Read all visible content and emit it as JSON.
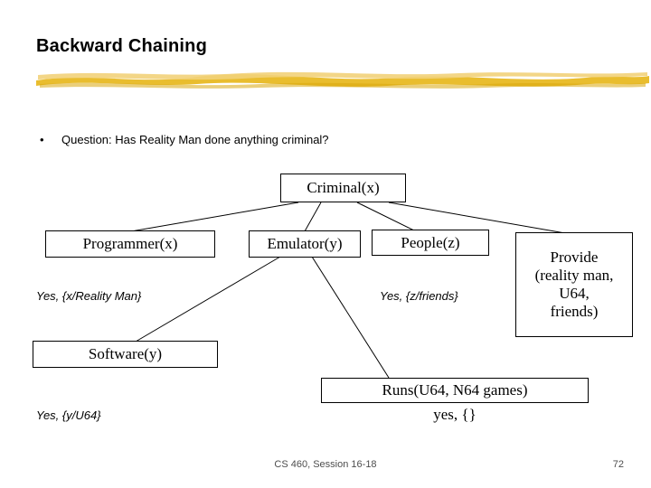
{
  "slide": {
    "title": "Backward Chaining",
    "bullet_marker": "•",
    "bullet_text": "Question:  Has Reality Man done anything criminal?",
    "footer_center": "CS 460, Session 16-18",
    "footer_page": "72"
  },
  "nodes": {
    "root": "Criminal(x)",
    "programmer": "Programmer(x)",
    "emulator": "Emulator(y)",
    "people": "People(z)",
    "provide": "Provide\n(reality man,\nU64,\nfriends)",
    "provide_lines": [
      "Provide",
      "(reality man,",
      "U64,",
      "friends)"
    ],
    "software": "Software(y)",
    "runs": "Runs(U64, N64 games)"
  },
  "annotations": {
    "programmer_binding": "Yes, {x/Reality Man}",
    "people_binding": "Yes, {z/friends}",
    "software_binding": "Yes, {y/U64}",
    "runs_result": "yes, {}"
  },
  "colors": {
    "gold": "#E8B923",
    "gold_light": "#F2D27A",
    "text": "#000000",
    "footer_text": "#4d4d4d",
    "background": "#ffffff"
  }
}
